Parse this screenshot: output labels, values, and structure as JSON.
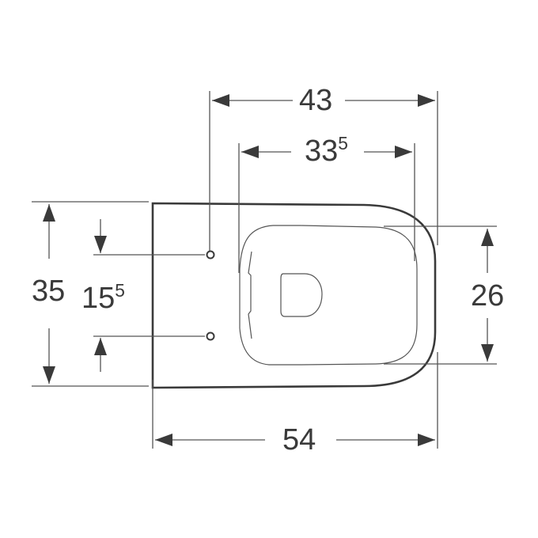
{
  "drawing": {
    "title": "Wall-hung toilet top view dimensions",
    "units": "cm",
    "colors": {
      "line": "#3a3a3a",
      "thin_line": "#555555",
      "background": "#ffffff"
    },
    "dimensions": {
      "overall_top": {
        "main": "43",
        "sup": ""
      },
      "seat_width": {
        "main": "33",
        "sup": "5"
      },
      "overall_length": {
        "main": "54",
        "sup": ""
      },
      "overall_width": {
        "main": "35",
        "sup": ""
      },
      "fixing_distance": {
        "main": "15",
        "sup": "5"
      },
      "bowl_opening": {
        "main": "26",
        "sup": ""
      }
    }
  }
}
